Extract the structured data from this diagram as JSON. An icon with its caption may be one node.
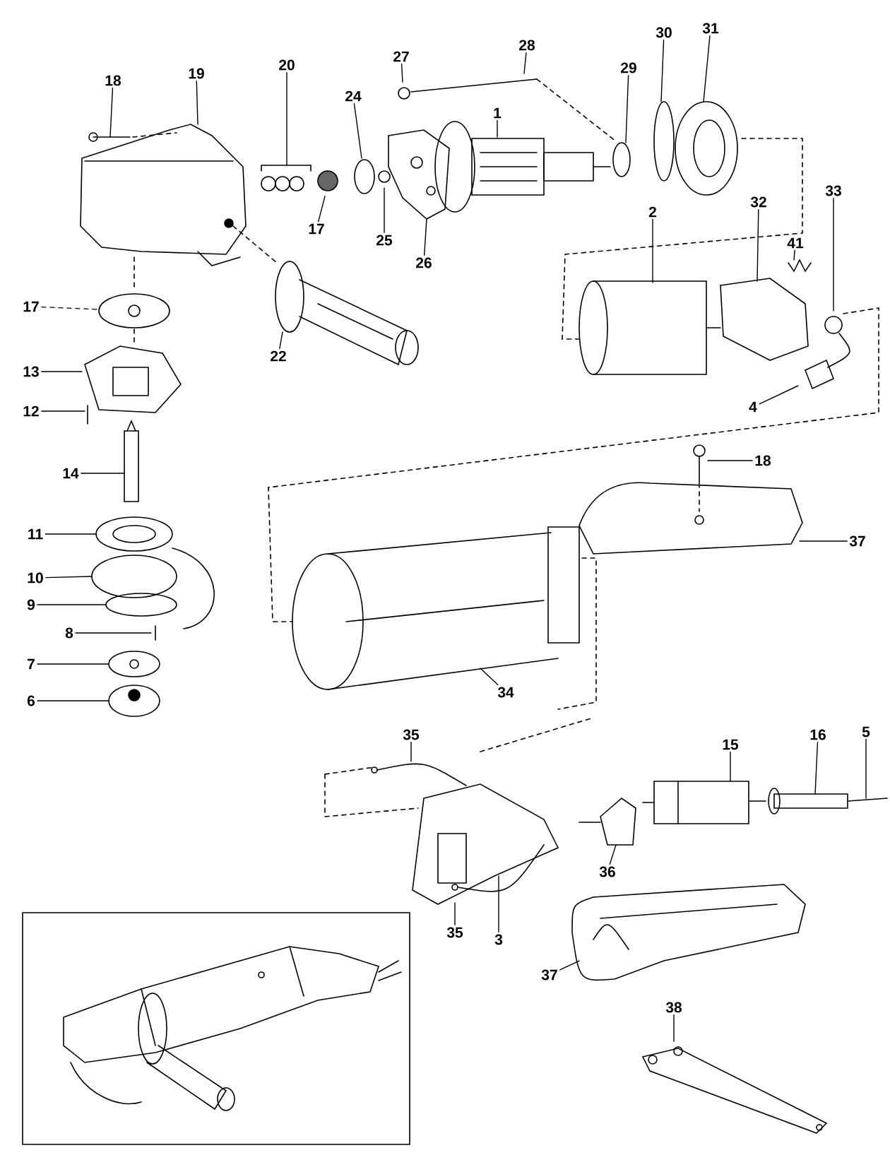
{
  "diagram": {
    "nodes": [
      {
        "text": [
          "31"
        ]
      },
      {
        "text": [
          "30"
        ]
      },
      {
        "text": [
          "28"
        ]
      },
      {
        "text": [
          "27"
        ]
      },
      {
        "text": [
          "20"
        ]
      },
      {
        "text": [
          "29"
        ]
      },
      {
        "text": [
          "19"
        ]
      },
      {
        "text": [
          "18"
        ]
      },
      {
        "text": [
          "24"
        ]
      },
      {
        "text": [
          "1"
        ]
      },
      {
        "text": [
          "33"
        ]
      },
      {
        "text": [
          "32"
        ]
      },
      {
        "text": [
          "2"
        ]
      },
      {
        "text": [
          "17"
        ]
      },
      {
        "text": [
          "25"
        ]
      },
      {
        "text": [
          "41"
        ]
      },
      {
        "text": [
          "26"
        ]
      },
      {
        "text": [
          "17"
        ]
      },
      {
        "text": [
          "22"
        ]
      },
      {
        "text": [
          "13"
        ]
      },
      {
        "text": [
          "4"
        ]
      },
      {
        "text": [
          "12"
        ]
      },
      {
        "text": [
          "18"
        ]
      },
      {
        "text": [
          "14"
        ]
      },
      {
        "text": [
          "11"
        ]
      },
      {
        "text": [
          "37"
        ]
      },
      {
        "text": [
          "10"
        ]
      },
      {
        "text": [
          "9"
        ]
      },
      {
        "text": [
          "8"
        ]
      },
      {
        "text": [
          "7"
        ]
      },
      {
        "text": [
          "34"
        ]
      },
      {
        "text": [
          "6"
        ]
      },
      {
        "text": [
          "5"
        ]
      },
      {
        "text": [
          "35"
        ]
      },
      {
        "text": [
          "16"
        ]
      },
      {
        "text": [
          "15"
        ]
      },
      {
        "text": [
          "36"
        ]
      },
      {
        "text": [
          "35"
        ]
      },
      {
        "text": [
          "3"
        ]
      },
      {
        "text": [
          "37"
        ]
      },
      {
        "text": [
          "38"
        ]
      }
    ],
    "edges": [
      {
        "from": 0,
        "to": null,
        "arrow": "none"
      },
      {
        "from": 1,
        "to": null,
        "arrow": "none"
      },
      {
        "from": 2,
        "to": null,
        "arrow": "none"
      },
      {
        "from": 3,
        "to": null,
        "arrow": "none"
      },
      {
        "from": 4,
        "to": null,
        "arrow": "none"
      },
      {
        "from": 5,
        "to": null,
        "arrow": "none"
      },
      {
        "from": 6,
        "to": null,
        "arrow": "none"
      },
      {
        "from": 7,
        "to": null,
        "arrow": "none"
      },
      {
        "from": 8,
        "to": null,
        "arrow": "none"
      },
      {
        "from": 9,
        "to": null,
        "arrow": "none"
      },
      {
        "from": 10,
        "to": null,
        "arrow": "none"
      },
      {
        "from": 11,
        "to": null,
        "arrow": "none"
      },
      {
        "from": 12,
        "to": null,
        "arrow": "none"
      },
      {
        "from": 13,
        "to": null,
        "arrow": "none"
      },
      {
        "from": 14,
        "to": null,
        "arrow": "none"
      },
      {
        "from": 15,
        "to": null,
        "arrow": "none"
      },
      {
        "from": 16,
        "to": null,
        "arrow": "none"
      },
      {
        "from": 17,
        "to": null,
        "arrow": "none",
        "style": "dashed"
      },
      {
        "from": 18,
        "to": null,
        "arrow": "none"
      },
      {
        "from": 19,
        "to": null,
        "arrow": "none"
      },
      {
        "from": 20,
        "to": null,
        "arrow": "none"
      },
      {
        "from": 21,
        "to": null,
        "arrow": "none"
      },
      {
        "from": 22,
        "to": null,
        "arrow": "none"
      },
      {
        "from": 23,
        "to": null,
        "arrow": "none"
      },
      {
        "from": 24,
        "to": null,
        "arrow": "none"
      },
      {
        "from": 25,
        "to": null,
        "arrow": "none"
      },
      {
        "from": 26,
        "to": null,
        "arrow": "none"
      },
      {
        "from": 27,
        "to": null,
        "arrow": "none"
      },
      {
        "from": 28,
        "to": null,
        "arrow": "none"
      },
      {
        "from": 29,
        "to": null,
        "arrow": "none"
      },
      {
        "from": 30,
        "to": null,
        "arrow": "none"
      },
      {
        "from": 31,
        "to": null,
        "arrow": "none"
      },
      {
        "from": 32,
        "to": null,
        "arrow": "none"
      },
      {
        "from": 33,
        "to": null,
        "arrow": "none"
      },
      {
        "from": 34,
        "to": null,
        "arrow": "none"
      },
      {
        "from": 35,
        "to": null,
        "arrow": "none"
      },
      {
        "from": 36,
        "to": null,
        "arrow": "none"
      },
      {
        "from": 37,
        "to": null,
        "arrow": "none"
      },
      {
        "from": 38,
        "to": null,
        "arrow": "none"
      },
      {
        "from": 39,
        "to": null,
        "arrow": "none"
      },
      {
        "from": 40,
        "to": null,
        "arrow": "none"
      }
    ]
  }
}
